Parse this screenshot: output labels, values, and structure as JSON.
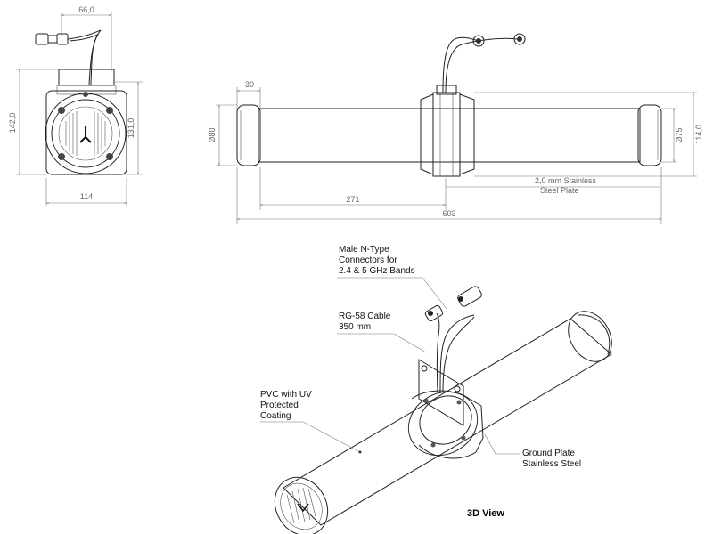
{
  "dimensions": {
    "front_width_top": "66,0",
    "front_height_left": "142,0",
    "front_height_right": "131,0",
    "front_width_bottom": "114",
    "side_end_cap": "30",
    "side_diameter_left": "Ø80",
    "side_diameter_right": "Ø75",
    "side_height_right": "114,0",
    "side_half_length": "271",
    "side_total_length": "603",
    "plate_note_line1": "2,0 mm Stainless",
    "plate_note_line2": "Steel Plate"
  },
  "callouts": {
    "connectors_line1": "Male N-Type",
    "connectors_line2": "Connectors for",
    "connectors_line3": "2.4 & 5 GHz  Bands",
    "cable_line1": "RG-58 Cable",
    "cable_line2": "350 mm",
    "pvc_line1": "PVC with UV",
    "pvc_line2": "Protected",
    "pvc_line3": "Coating",
    "ground_line1": "Ground Plate",
    "ground_line2": "Stainless Steel"
  },
  "view_title": "3D View"
}
